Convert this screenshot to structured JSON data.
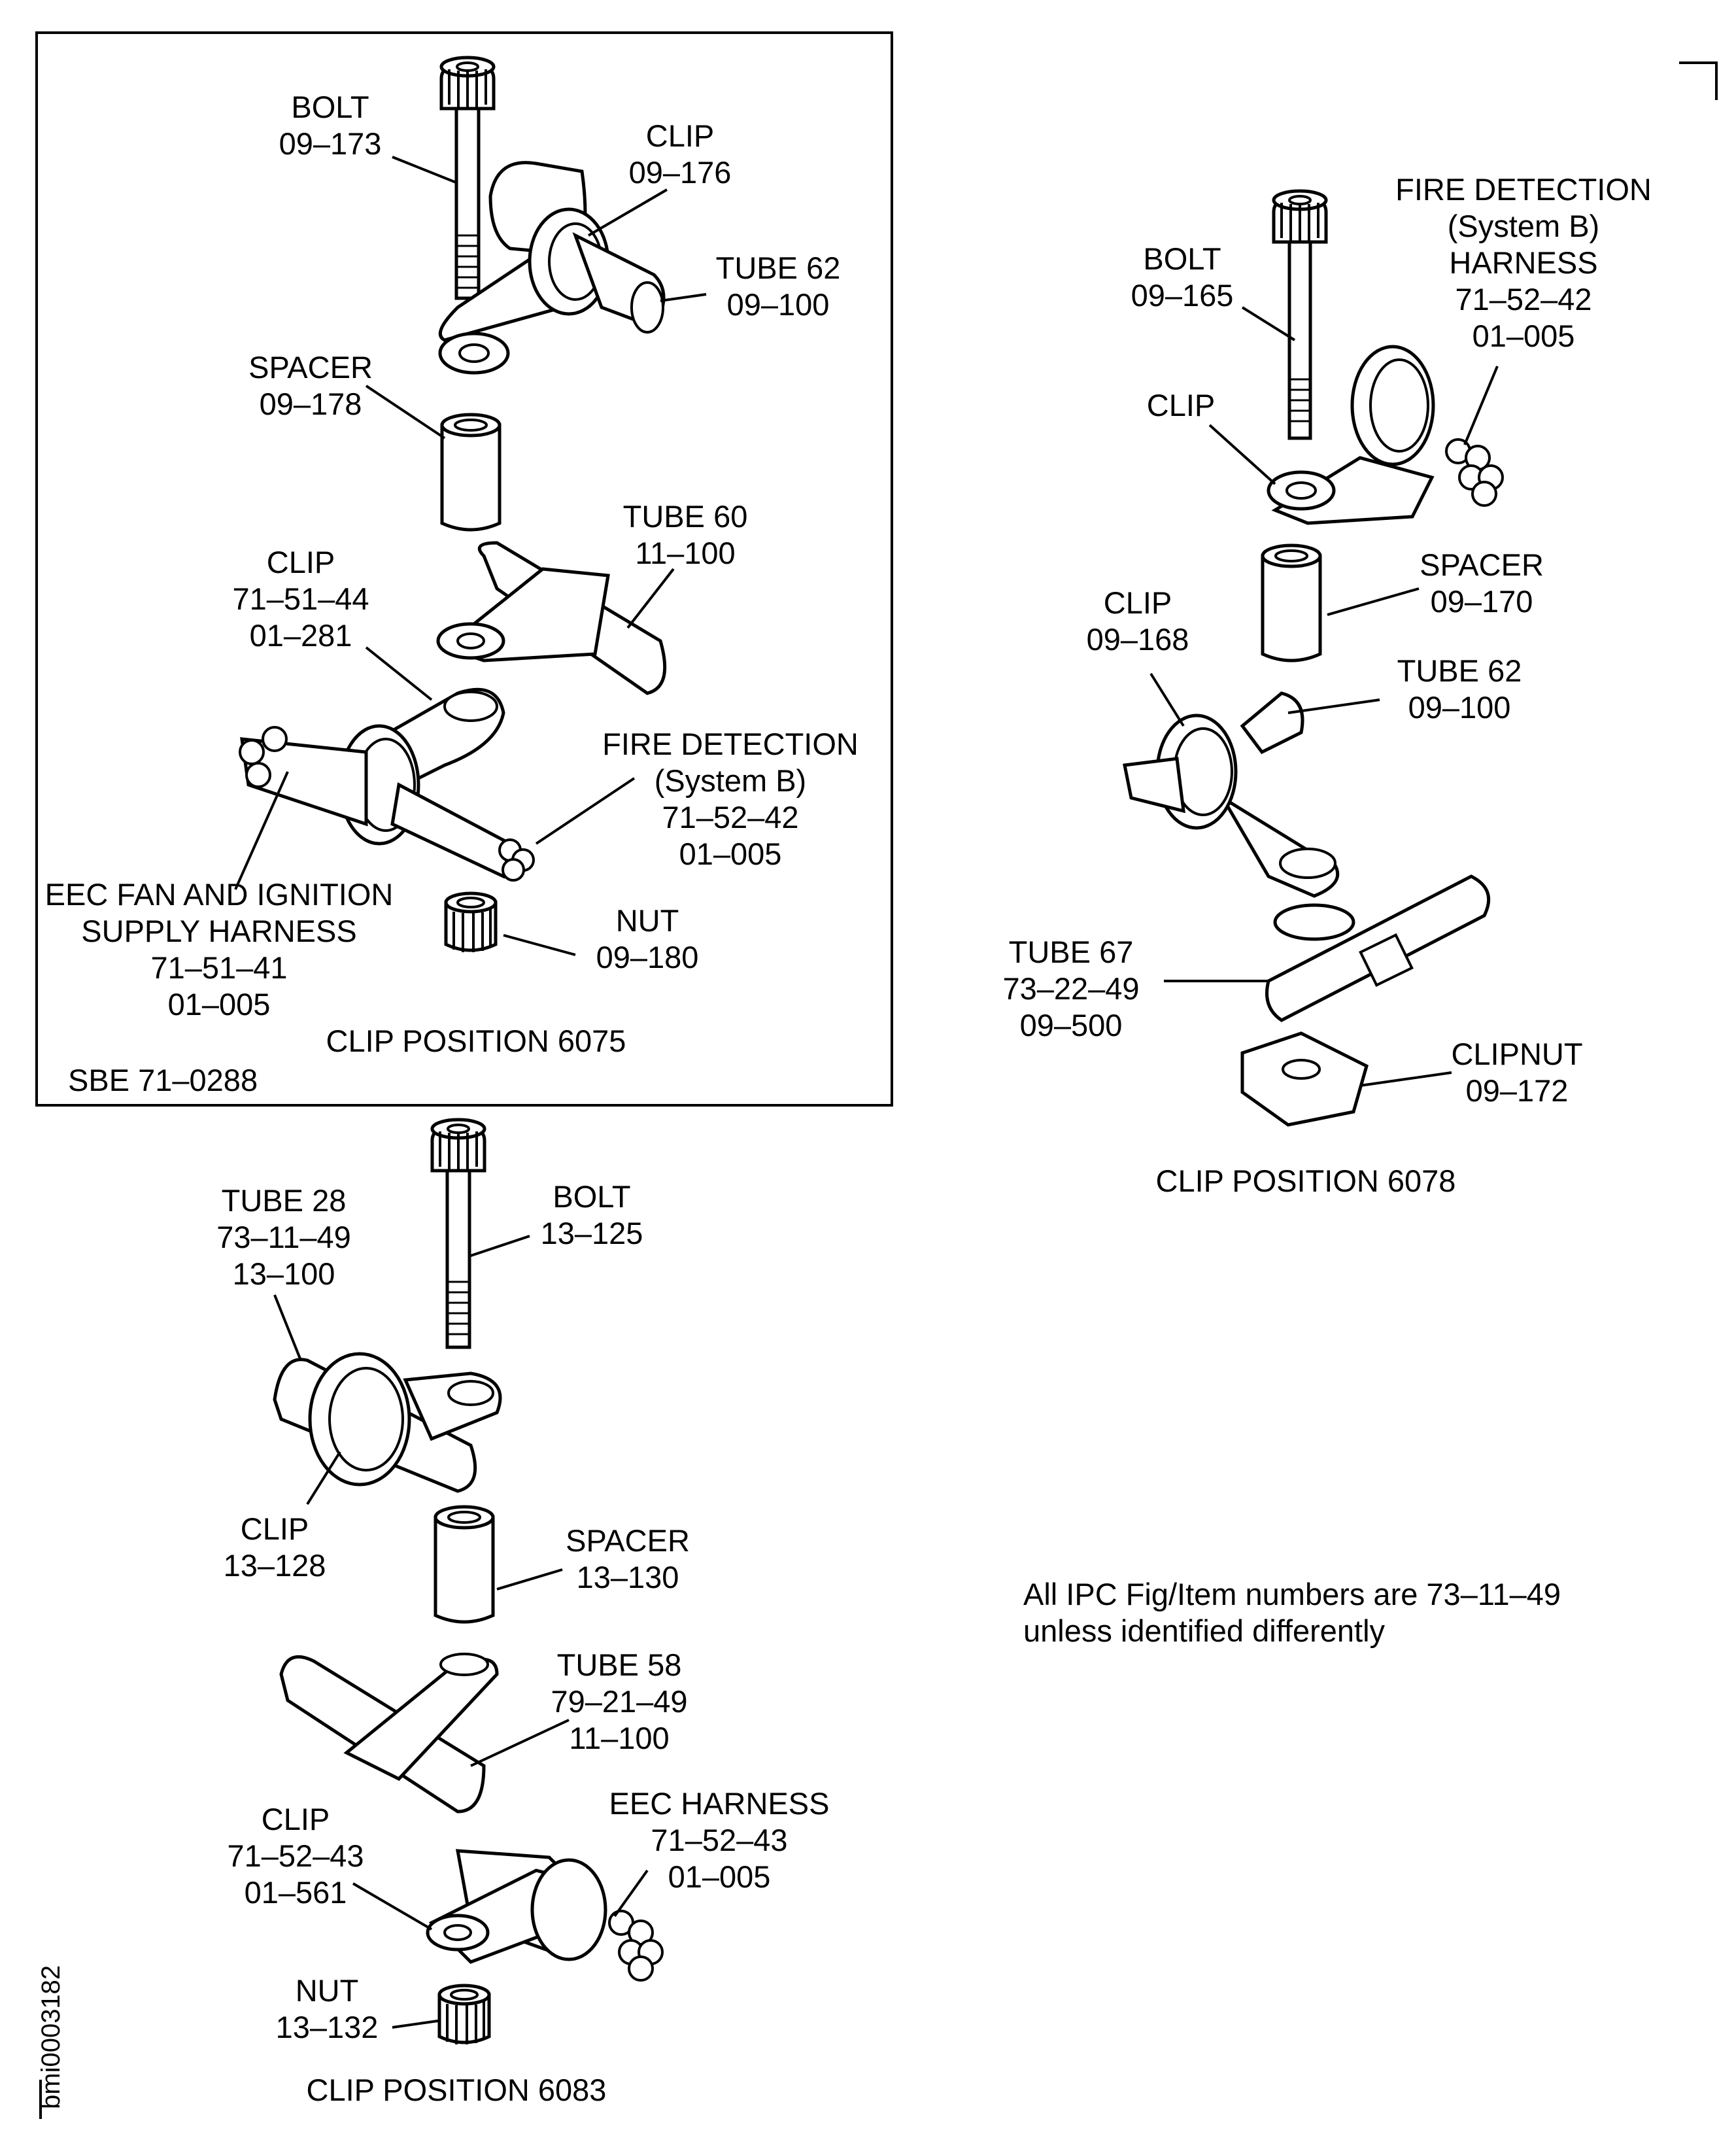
{
  "figure_id": "bmi0003182",
  "note": {
    "line1": "All IPC Fig/Item numbers are 73–11–49",
    "line2": "unless identified differently"
  },
  "panel_6075": {
    "title": "CLIP POSITION 6075",
    "sbe": "SBE 71–0288",
    "bolt": [
      "BOLT",
      "09–173"
    ],
    "clip_top": [
      "CLIP",
      "09–176"
    ],
    "tube62": [
      "TUBE 62",
      "09–100"
    ],
    "spacer": [
      "SPACER",
      "09–178"
    ],
    "tube60": [
      "TUBE 60",
      "11–100"
    ],
    "clip_mid": [
      "CLIP",
      "71–51–44",
      "01–281"
    ],
    "fire_detection": [
      "FIRE DETECTION",
      "(System B)",
      "71–52–42",
      "01–005"
    ],
    "eec_harness": [
      "EEC FAN AND IGNITION",
      "SUPPLY HARNESS",
      "71–51–41",
      "01–005"
    ],
    "nut": [
      "NUT",
      "09–180"
    ]
  },
  "panel_6078": {
    "title": "CLIP POSITION 6078",
    "bolt": [
      "BOLT",
      "09–165"
    ],
    "fire_harness": [
      "FIRE DETECTION",
      "(System B)",
      "HARNESS",
      "71–52–42",
      "01–005"
    ],
    "clip_top": [
      "CLIP"
    ],
    "spacer": [
      "SPACER",
      "09–170"
    ],
    "clip_mid": [
      "CLIP",
      "09–168"
    ],
    "tube62": [
      "TUBE 62",
      "09–100"
    ],
    "tube67": [
      "TUBE 67",
      "73–22–49",
      "09–500"
    ],
    "clipnut": [
      "CLIPNUT",
      "09–172"
    ]
  },
  "panel_6083": {
    "title": "CLIP POSITION 6083",
    "tube28": [
      "TUBE 28",
      "73–11–49",
      "13–100"
    ],
    "bolt": [
      "BOLT",
      "13–125"
    ],
    "clip_top": [
      "CLIP",
      "13–128"
    ],
    "spacer": [
      "SPACER",
      "13–130"
    ],
    "tube58": [
      "TUBE 58",
      "79–21–49",
      "11–100"
    ],
    "eec_harness": [
      "EEC HARNESS",
      "71–52–43",
      "01–005"
    ],
    "clip_bot": [
      "CLIP",
      "71–52–43",
      "01–561"
    ],
    "nut": [
      "NUT",
      "13–132"
    ]
  }
}
